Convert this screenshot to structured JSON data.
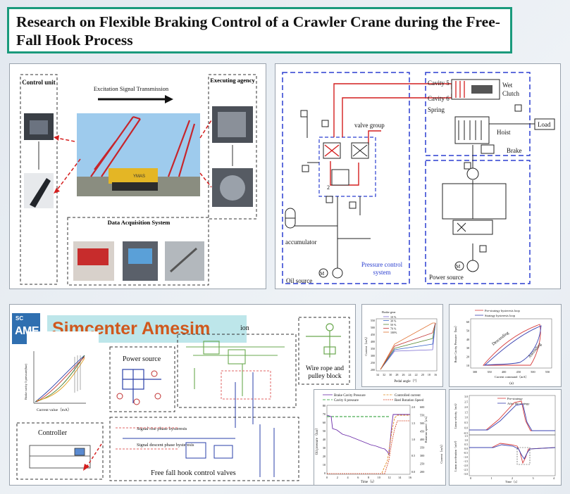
{
  "title": "Research on Flexible Braking Control of a Crawler Crane during the Free-Fall Hook Process",
  "test_panel": {
    "control_unit": "Control unit",
    "signal": "Excitation Signal Transmission",
    "executing": "Executing agency",
    "daq": "Data Acquisition System"
  },
  "hydraulic": {
    "cavity5": "Cavity 5",
    "cavity6": "Cavity 6",
    "spring": "Spring",
    "wet_clutch": "Wet Clutch",
    "load": "Load",
    "hoist": "Hoist",
    "brake": "Brake",
    "valve_group": "valve group",
    "accumulator": "accumulator",
    "oil_source": "Oil source",
    "pressure_control": "Pressure control system",
    "power_source": "Power source",
    "num2": "2"
  },
  "amesim": {
    "sc": "SC",
    "ame": "AME",
    "banner": "Simcenter Amesim",
    "power_source": "Power source",
    "controller": "Controller",
    "wire_rope": "Wire rope and pulley block",
    "free_fall": "Free fall hook control valves",
    "rise": "Signal rise phase hysteresis",
    "descent": "Signal descent phase hysteresis",
    "ion": "ion",
    "mini_xlabel": "Current value（mA）",
    "mini_ylabel": "Brake cavity 5 pressure(bar)"
  },
  "colors": {
    "title_border": "#1a9a7c",
    "banner_bg": "#bde6ea",
    "banner_text": "#d0581d",
    "logo_bg": "#2f6fb0",
    "blue_dash": "#2b3fd0",
    "oil_red": "#d41e1e"
  },
  "chart_data": [
    {
      "type": "line",
      "legend_title": "Brake gear",
      "series": [
        {
          "name": "10 %",
          "color": "#7a6ad0"
        },
        {
          "name": "30 %",
          "color": "#3a66c8"
        },
        {
          "name": "50 %",
          "color": "#5a8a38"
        },
        {
          "name": "70 %",
          "color": "#c03030"
        },
        {
          "name": "100%",
          "color": "#e07030"
        }
      ],
      "xlabel": "Pedal angle（°）",
      "ylabel": "Current（mA）",
      "xticks": [
        "34",
        "32",
        "30",
        "28",
        "26",
        "24",
        "22",
        "20",
        "18",
        "16"
      ],
      "yticks": [
        "550",
        "500",
        "450",
        "400",
        "350",
        "300",
        "250",
        "200"
      ]
    },
    {
      "type": "line",
      "legend": [
        "Pre-strategy hysteresis loop",
        "Strategy hysteresis loop"
      ],
      "xlabel": "Current command（mA）",
      "ylabel": "Brake Cavity Pressure（bar）",
      "xticks": [
        "300",
        "350",
        "400",
        "450",
        "500",
        "550"
      ],
      "yticks": [
        "60",
        "50",
        "40",
        "30",
        "20",
        "10"
      ],
      "annotations": [
        "Descending",
        "Ascending"
      ],
      "caption": "(a)"
    },
    {
      "type": "line",
      "legend": [
        "Brake Cavity Pressure",
        "Controlled current",
        "Cavity 6 pressure",
        "Reel Rotation Speed"
      ],
      "xlabel": "Time（s）",
      "ylabel_left": "Oil pressure（bar）",
      "ylabel_right1": "Rotation speed（r/s）",
      "ylabel_right2": "Current（mA）",
      "xticks": [
        "0",
        "2",
        "4",
        "6",
        "8",
        "10",
        "12",
        "14",
        "16"
      ],
      "yticks_left": [
        "80",
        "70",
        "60",
        "50",
        "40",
        "30",
        "20",
        "10",
        "0"
      ],
      "yticks_right1": [
        "2.0",
        "1.5",
        "1.0",
        "0.5",
        "0.0"
      ],
      "yticks_right2": [
        "600",
        "550",
        "500",
        "450",
        "400",
        "350",
        "300",
        "250",
        "200"
      ]
    },
    {
      "type": "line",
      "legend": [
        "Pre-strategy",
        "After the strategy"
      ],
      "top_ylabel": "Linear velocity（m/s）",
      "bottom_ylabel": "Linear acceleration（m/s²）",
      "xlabel": "Time（s）",
      "top_yticks": [
        "3.0",
        "2.5",
        "2.0",
        "1.5",
        "1.0",
        "0.5",
        "0.0",
        "-0.5"
      ],
      "bottom_yticks": [
        "1.5",
        "1.0",
        "0.5",
        "0.0",
        "-0.5",
        "-1.0",
        "-1.5",
        "-2.0",
        "-2.5",
        "-3.0"
      ],
      "xticks": [
        "0",
        "1",
        "2",
        "3",
        "4"
      ]
    }
  ]
}
